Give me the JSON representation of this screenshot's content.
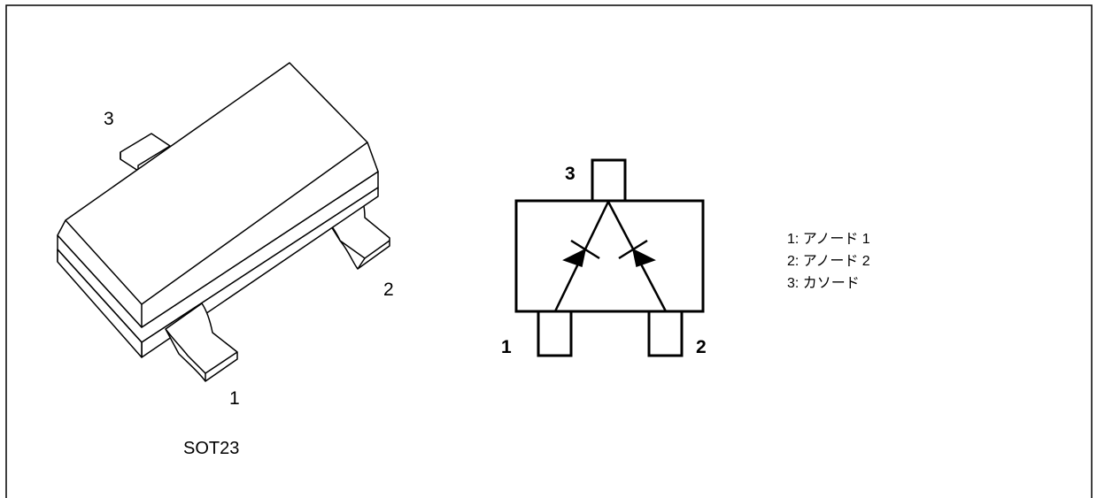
{
  "package": {
    "name": "SOT23",
    "pin_labels": {
      "pin1": "1",
      "pin2": "2",
      "pin3": "3"
    }
  },
  "schematic": {
    "pin_labels": {
      "pin1": "1",
      "pin2": "2",
      "pin3": "3"
    }
  },
  "legend": {
    "lines": [
      "1: アノード 1",
      "2: アノード 2",
      "3: カソード"
    ]
  }
}
